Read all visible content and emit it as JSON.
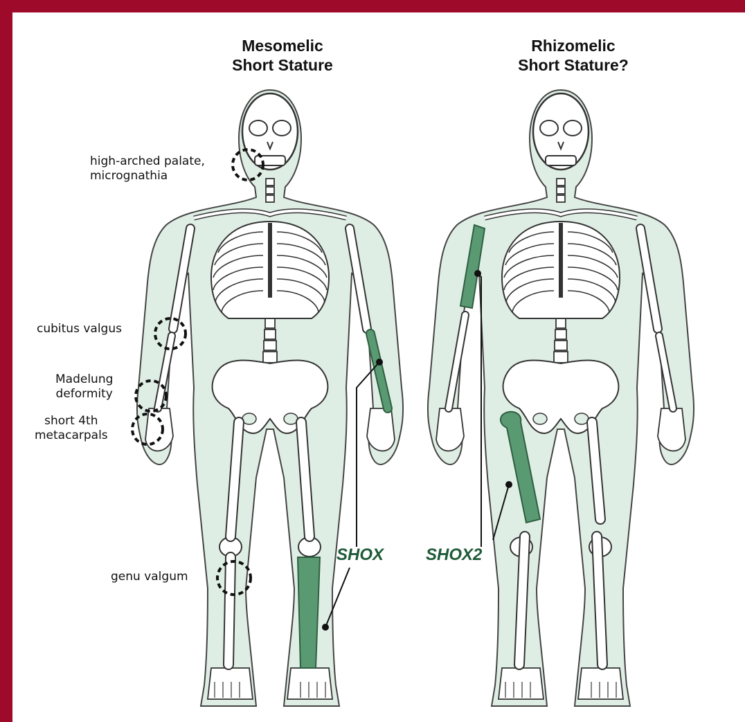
{
  "panels": [
    {
      "title_line1": "Mesomelic",
      "title_line2": "Short Stature",
      "gene_label": "SHOX",
      "affected_bones": [
        "forearm",
        "lower-leg"
      ]
    },
    {
      "title_line1": "Rhizomelic",
      "title_line2": "Short Stature?",
      "gene_label": "SHOX2",
      "affected_bones": [
        "upper-arm",
        "thigh"
      ]
    }
  ],
  "annotations": {
    "palate_line1": "high-arched palate,",
    "palate_line2": "micrognathia",
    "cubitus": "cubitus valgus",
    "madelung_line1": "Madelung",
    "madelung_line2": "deformity",
    "metacarpal_line1": "short 4th",
    "metacarpal_line2": "metacarpals",
    "genu": "genu valgum"
  },
  "colors": {
    "frame": "#9e0a2a",
    "body_fill": "#dfeee4",
    "bone_fill": "#ffffff",
    "highlight_bone": "#5a9a72",
    "gene_text": "#1e5a37"
  }
}
